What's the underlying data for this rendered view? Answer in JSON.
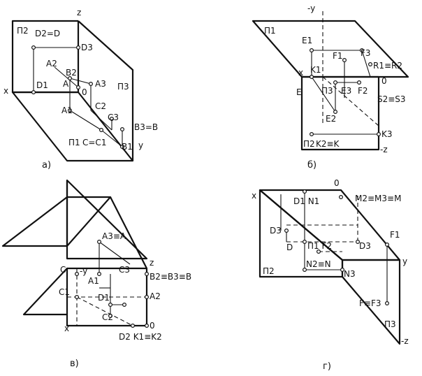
{
  "figures": {
    "a": {
      "caption": "а)",
      "labels": {
        "z": "z",
        "x": "x",
        "y": "y",
        "pi2": "П2",
        "pi3": "П3",
        "pi1": "П1",
        "d2": "D2=D",
        "d3": "D3",
        "a2": "A2",
        "b2": "B2",
        "d1": "D1",
        "a": "A",
        "o": "0",
        "a3": "A3",
        "c2": "C2",
        "a1": "A1",
        "c3": "C3",
        "b3": "B3=B",
        "c": "C=C1",
        "b1": "B1"
      }
    },
    "b": {
      "caption": "б)",
      "labels": {
        "neg_y": "-y",
        "pi1": "П1",
        "e1": "E1",
        "f3": "F3",
        "f1": "F1",
        "r": "R1≡R2",
        "x": "x",
        "k1": "K1",
        "o": "0",
        "e": "E",
        "pi3": "П3",
        "e3": "E3",
        "f2": "F2",
        "s": "S2≡S3",
        "e2": "E2",
        "k3": "K3",
        "pi2": "П2",
        "k": "K2≡K",
        "neg_z": "-z"
      }
    },
    "v": {
      "caption": "в)",
      "labels": {
        "a3": "A3≡A",
        "z": "z",
        "c": "C",
        "y": "-y",
        "c3": "C3",
        "b": "B2≡B3≡B",
        "a1": "A1",
        "c1": "C1",
        "d1": "D1",
        "a2": "A2",
        "c2": "C2",
        "x": "x",
        "o": "0",
        "k": "D2 K1≡K2"
      }
    },
    "g": {
      "caption": "г)",
      "labels": {
        "x": "x",
        "o": "0",
        "d1n1": "D1 N1",
        "m": "M2≡M3≡M",
        "d3": "D3",
        "f1": "F1",
        "d": "D",
        "pi1f2": "П1 F2",
        "d3b": "D3",
        "n": "N2≡N",
        "y": "y",
        "pi2": "П2",
        "n3": "N3",
        "f": "F≡F3",
        "pi3": "П3",
        "neg_z": "-z"
      }
    }
  }
}
